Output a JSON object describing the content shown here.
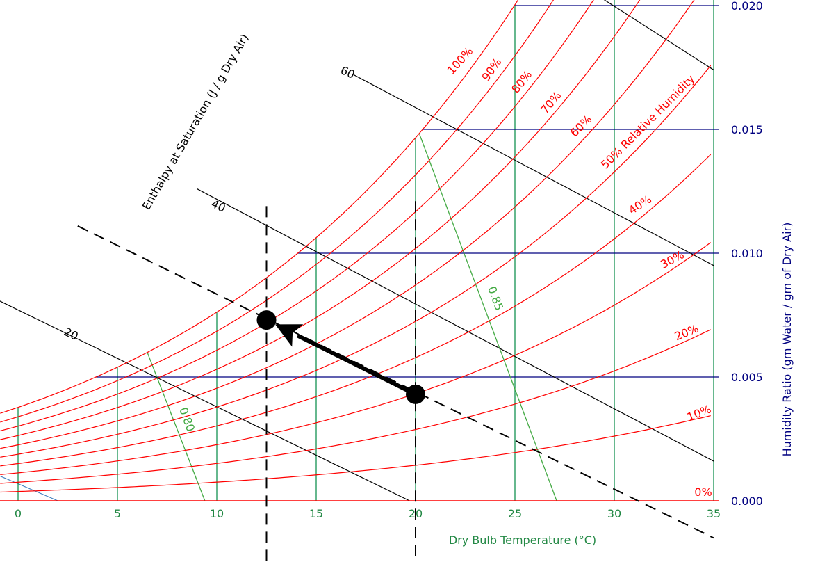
{
  "chart_data": {
    "type": "line",
    "title": "",
    "xlabel": "Dry Bulb Temperature (°C)",
    "ylabel": "Humidity Ratio (gm Water / gm of Dry Air)",
    "enthalpy_label": "Enthalpy at Saturation (J / g Dry Air)",
    "xlim": [
      -0.9,
      35
    ],
    "ylim": [
      0,
      0.02
    ],
    "x_ticks": [
      0,
      5,
      10,
      15,
      20,
      25,
      30,
      35
    ],
    "x_tick_labels": [
      "0",
      "5",
      "10",
      "15",
      "20",
      "25",
      "30",
      "35"
    ],
    "y_ticks": [
      0,
      0.005,
      0.01,
      0.015,
      0.02
    ],
    "y_tick_labels": [
      "0.000",
      "0.005",
      "0.010",
      "0.015",
      "0.020"
    ],
    "rh_curves": [
      {
        "rh": 10,
        "label": "10%"
      },
      {
        "rh": 20,
        "label": "20%"
      },
      {
        "rh": 30,
        "label": "30%"
      },
      {
        "rh": 40,
        "label": "40%"
      },
      {
        "rh": 50,
        "label": "50% Relative Humidity"
      },
      {
        "rh": 60,
        "label": "60%"
      },
      {
        "rh": 70,
        "label": "70%"
      },
      {
        "rh": 80,
        "label": "80%"
      },
      {
        "rh": 90,
        "label": "90%"
      },
      {
        "rh": 100,
        "label": "100%"
      }
    ],
    "zero_rh_label": "0%",
    "enthalpy_lines": [
      {
        "h": 20,
        "label": "20",
        "x": [
          -1,
          19.7
        ],
        "y": [
          0.0081,
          0
        ]
      },
      {
        "h": 40,
        "label": "40",
        "x": [
          9.0,
          35
        ],
        "y": [
          0.0126,
          0.0016
        ]
      },
      {
        "h": 60,
        "label": "60",
        "x": [
          16.9,
          35
        ],
        "y": [
          0.0172,
          0.0095
        ]
      },
      {
        "h": 80,
        "label": "",
        "x": [
          28.0,
          35
        ],
        "y": [
          0.021,
          0.0174
        ]
      }
    ],
    "humidity_ratio_lines": [
      0.005,
      0.01,
      0.015,
      0.02
    ],
    "dry_bulb_lines": [
      0,
      5,
      10,
      15,
      20,
      25,
      30,
      35
    ],
    "specific_volume_lines": [
      {
        "label": "0.80",
        "x": [
          6.5,
          9.4
        ],
        "y": [
          0.006,
          0
        ]
      },
      {
        "label": "0.85",
        "x": [
          20.2,
          27.1
        ],
        "y": [
          0.0148,
          0
        ]
      }
    ],
    "process": {
      "start": {
        "x": 20,
        "y": 0.0043
      },
      "end": {
        "x": 12.5,
        "y": 0.0073
      }
    },
    "dashed_lines": [
      {
        "x": [
          3.0,
          35.0
        ],
        "y": [
          0.0111,
          -0.0015
        ]
      },
      {
        "x": [
          12.5,
          12.5
        ],
        "y": [
          0.0119,
          -0.0025
        ]
      },
      {
        "x": [
          20.0,
          20.0
        ],
        "y": [
          0.0121,
          -0.0025
        ]
      }
    ],
    "colors": {
      "rh": "#ff0000",
      "dry_bulb": "#008844",
      "humidity_ratio": "#000080",
      "enthalpy": "#000000",
      "specific_volume": "#44aa44",
      "wet_bulb": "#3f7fbf",
      "x_tick_text": "#228844",
      "y_tick_text": "#000080",
      "process": "#000000"
    }
  }
}
